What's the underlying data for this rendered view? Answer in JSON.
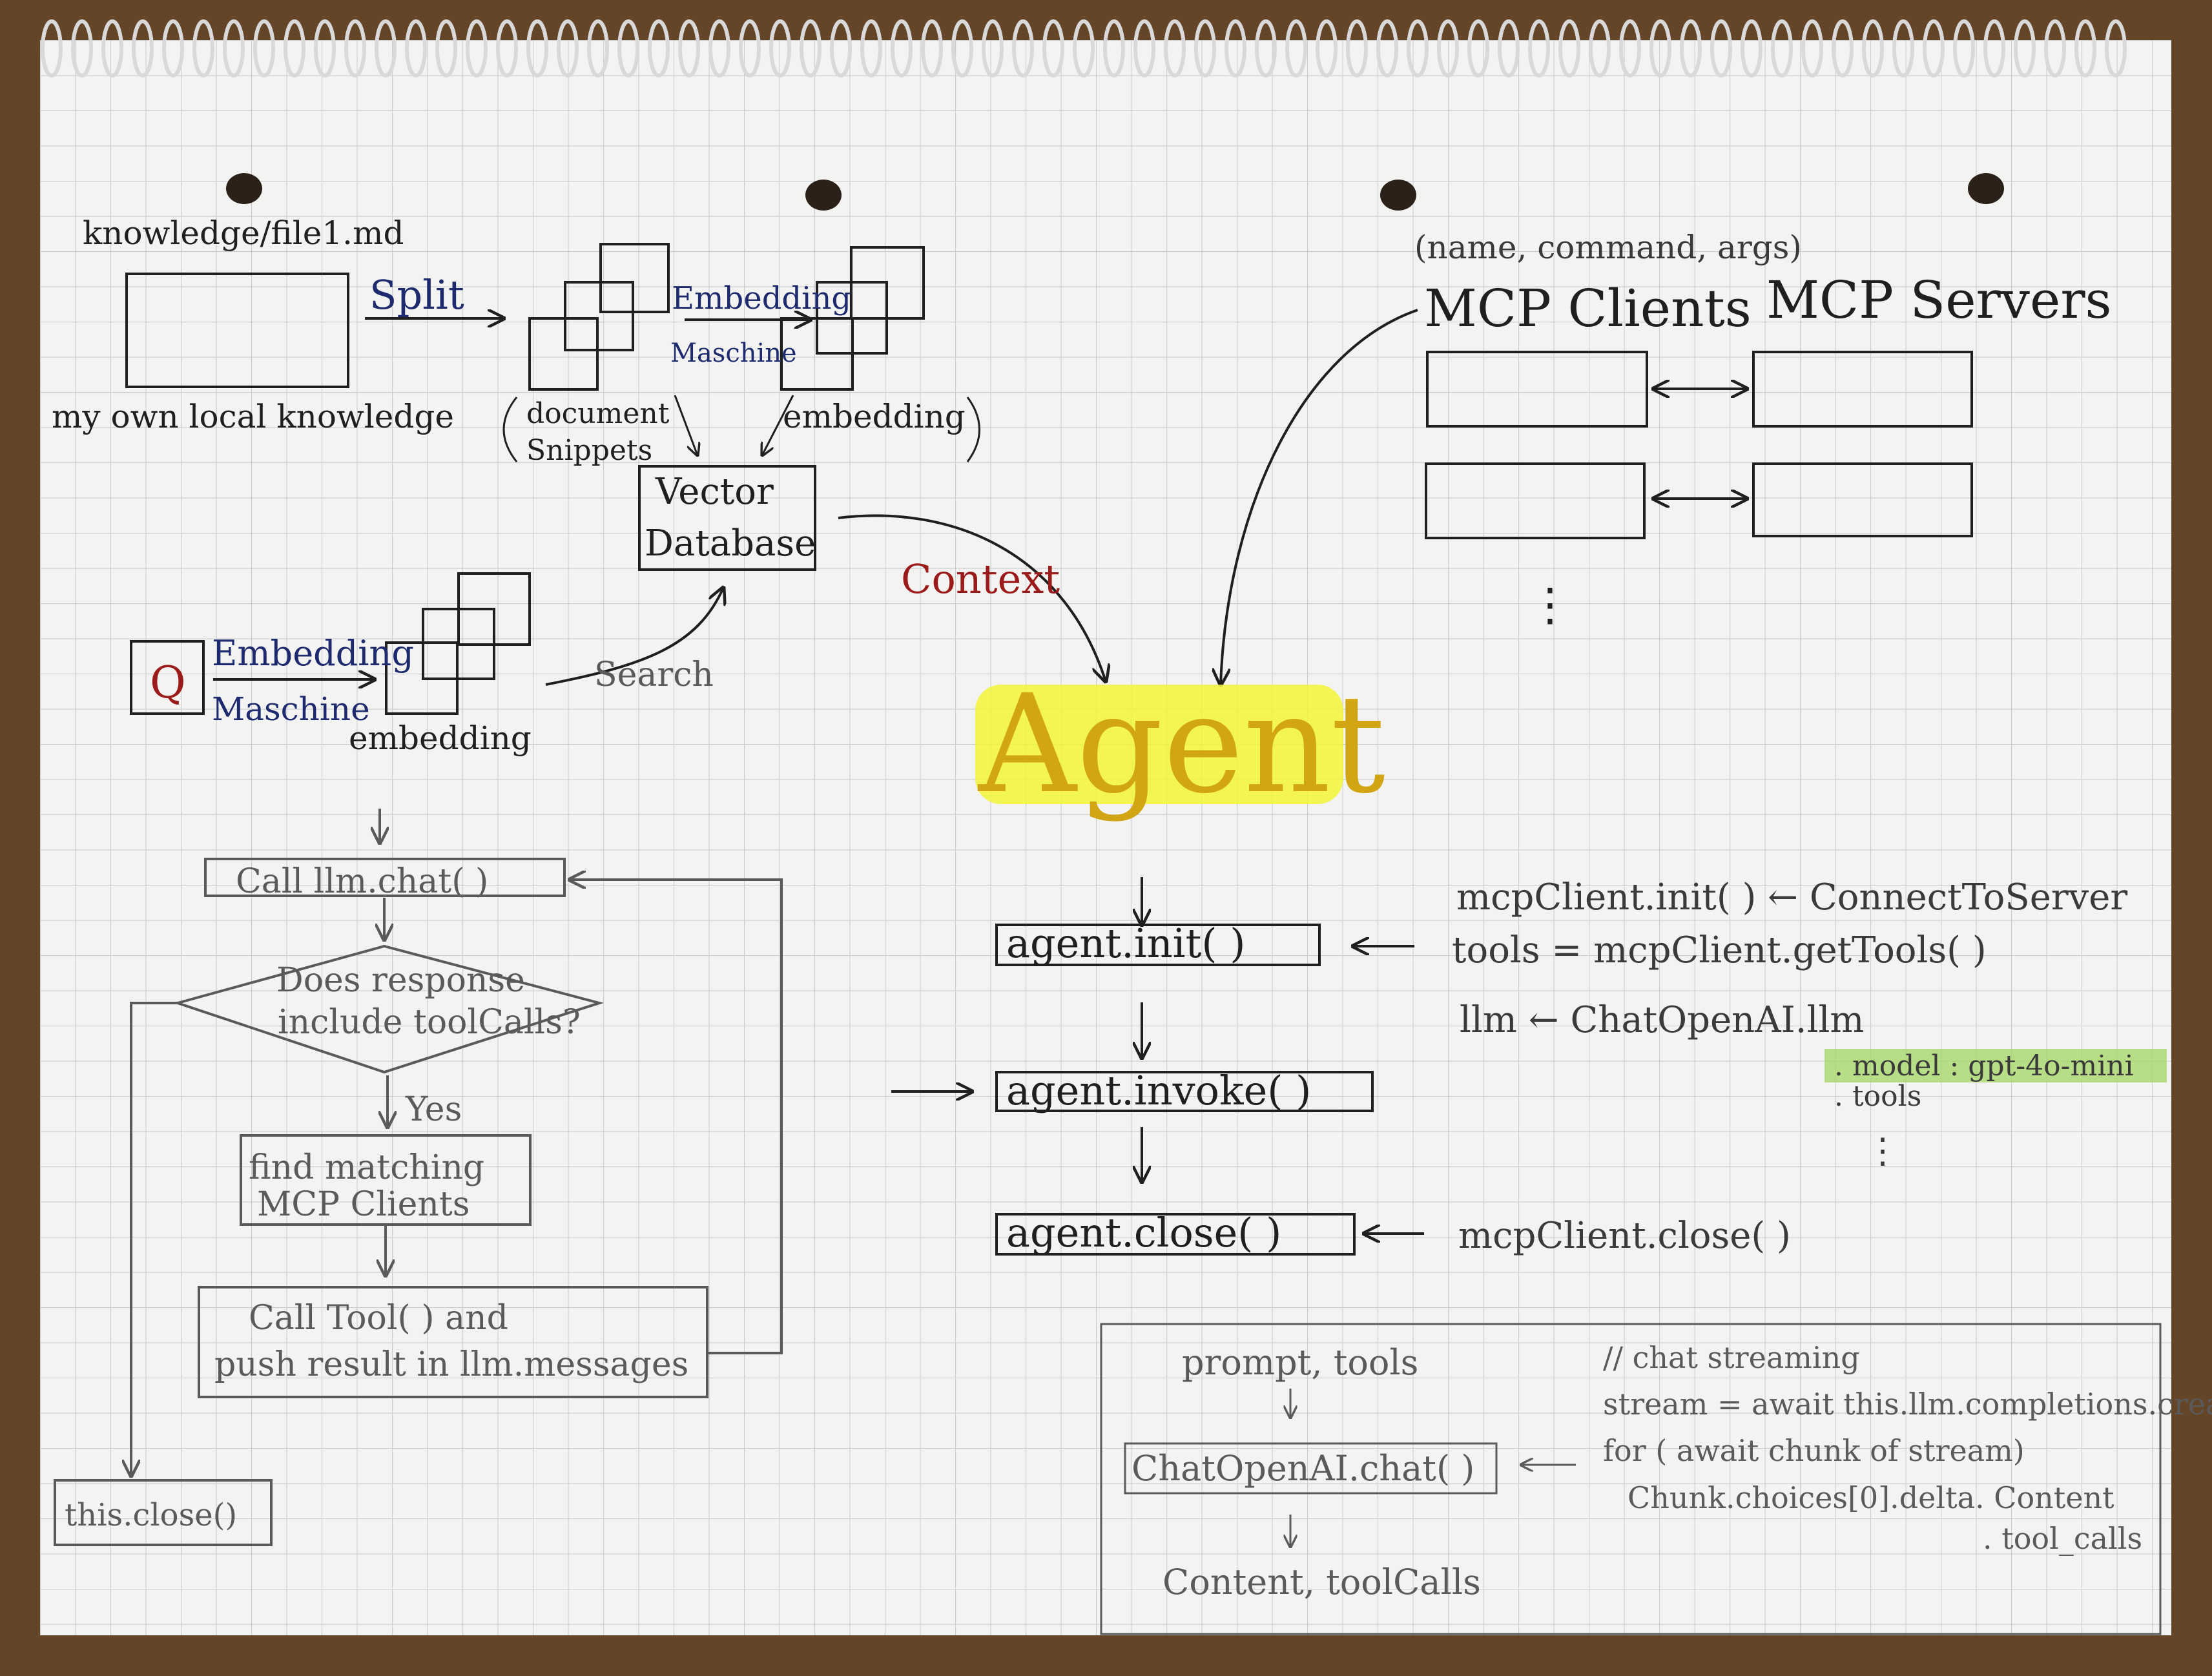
{
  "colors": {
    "ink": "#1f1f1f",
    "pencil": "#5a5a5a",
    "blue_ink": "#1e2a6e",
    "red_ink": "#9b1b1b",
    "highlight_yellow": "#f2f53a",
    "agent_text": "#d2a514",
    "highlight_green": "#a8d86b",
    "paper": "#f3f3f1",
    "grid": "#cfd2d6"
  },
  "left_top": {
    "file_label": "knowledge/file1.md",
    "caption": "my own local knowledge",
    "split_label": "Split",
    "embedding_label": "Embedding",
    "maschine_label": "Maschine",
    "doc_snippets_1": "document",
    "doc_snippets_2": "Snippets",
    "embedding_paren": "embedding",
    "vector_db_1": "Vector",
    "vector_db_2": "Database",
    "context_label": "Context"
  },
  "query": {
    "q_label": "Q",
    "embedding_label": "Embedding",
    "maschine_label": "Maschine",
    "embedding_caption": "embedding",
    "search_label": "Search"
  },
  "flow": {
    "call_llm": "Call llm.chat( )",
    "decision_1": "Does response",
    "decision_2": "include toolCalls?",
    "yes_label": "Yes",
    "find_1": "find matching",
    "find_2": "MCP Clients",
    "calltool_1": "Call Tool( ) and",
    "calltool_2": "push result in llm.messages",
    "this_close": "this.close()"
  },
  "agent": {
    "title": "Agent",
    "init": "agent.init( )",
    "invoke": "agent.invoke( )",
    "close": "agent.close( )"
  },
  "mcp": {
    "args_label": "(name, command, args)",
    "clients_label": "MCP Clients",
    "servers_label": "MCP Servers",
    "dots": "⋮"
  },
  "init_notes": {
    "line1": "mcpClient.init( ) ← ConnectToServer",
    "line2": "tools = mcpClient.getTools( )",
    "line3": "llm ← ChatOpenAI.llm",
    "model_line": ". model : gpt-4o-mini",
    "tools_line": ". tools",
    "dots": "⋮",
    "close_note": "mcpClient.close( )"
  },
  "chat_box": {
    "prompt_tools": "prompt, tools",
    "chat_call": "ChatOpenAI.chat( )",
    "result": "Content, toolCalls",
    "comment": "// chat streaming",
    "stream_line": "stream = await this.llm.completions.create",
    "for_line": "for ( await chunk of stream)",
    "chunk_line": "Chunk.choices[0].delta. Content",
    "tool_calls_line": ". tool_calls"
  }
}
